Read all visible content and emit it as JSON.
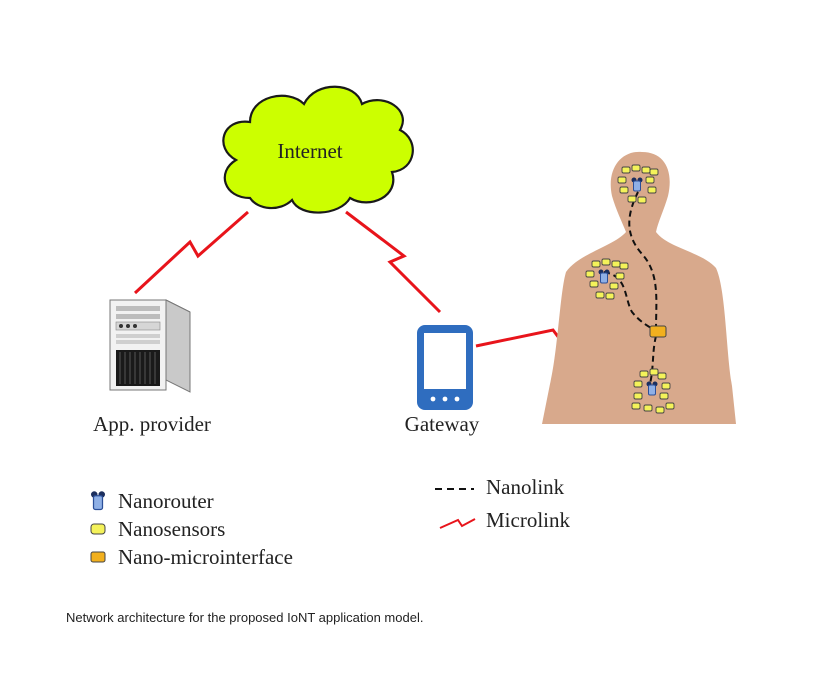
{
  "diagram": {
    "cloud_label": "Internet",
    "provider_label": "App. provider",
    "gateway_label": "Gateway"
  },
  "legend": {
    "nanorouter": "Nanorouter",
    "nanosensors": "Nanosensors",
    "nano_microinterface": "Nano-microinterface",
    "nanolink": "Nanolink",
    "microlink": "Microlink"
  },
  "caption": "Network architecture for the proposed IoNT application model.",
  "colors": {
    "cloud": "#ccff00",
    "link_red": "#e8141b",
    "body": "#d8a98c",
    "gateway_blue": "#2f6dbf",
    "sensor_yellow": "#f4f25a",
    "interface_orange": "#f2b01e",
    "router_blue": "#4f77c2"
  }
}
